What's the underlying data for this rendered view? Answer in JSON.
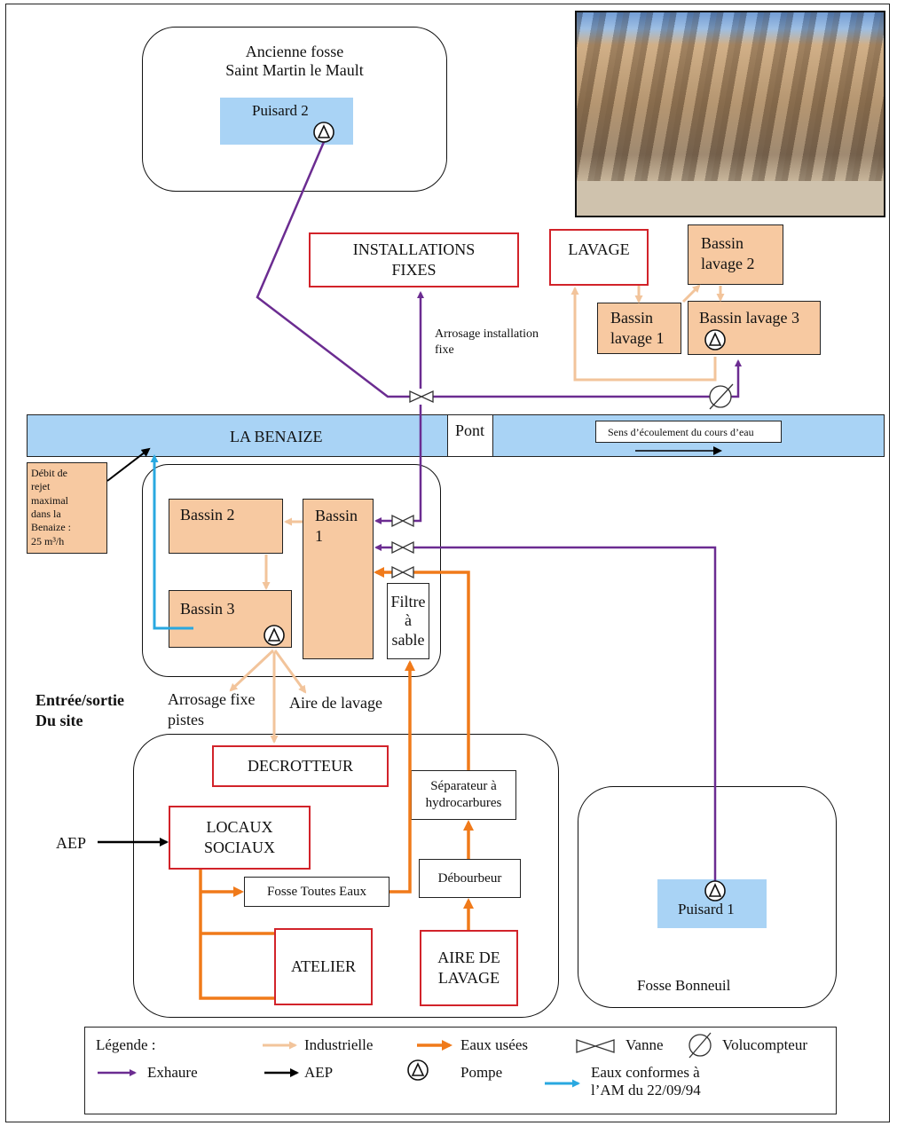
{
  "top_fosse": {
    "title_line1": "Ancienne fosse",
    "title_line2": "Saint Martin le Mault",
    "puisard": "Puisard 2"
  },
  "installations": {
    "line1": "INSTALLATIONS",
    "line2": "FIXES",
    "caption_line1": "Arrosage installation",
    "caption_line2": "fixe"
  },
  "lavage": {
    "label": "LAVAGE",
    "bassin1_line1": "Bassin",
    "bassin1_line2": "lavage 1",
    "bassin2_line1": "Bassin",
    "bassin2_line2": "lavage 2",
    "bassin3": "Bassin lavage 3"
  },
  "river": {
    "name": "LA BENAIZE",
    "pont": "Pont",
    "flow_note": "Sens d’écoulement du cours d’eau"
  },
  "debit_note": [
    "Débit de",
    "rejet",
    "maximal",
    "dans la",
    "Benaize :",
    "25 m³/h"
  ],
  "bassins": {
    "b1_line1": "Bassin",
    "b1_line2": "1",
    "b2": "Bassin 2",
    "b3": "Bassin 3",
    "filtre_line1": "Filtre",
    "filtre_line2": "à",
    "filtre_line3": "sable"
  },
  "outputs": {
    "arrosage_line1": "Arrosage fixe",
    "arrosage_line2": "pistes",
    "aire": "Aire de lavage"
  },
  "entree": {
    "line1": "Entrée/sortie",
    "line2": "Du site"
  },
  "site": {
    "decrotteur": "DECROTTEUR",
    "locaux_line1": "LOCAUX",
    "locaux_line2": "SOCIAUX",
    "aep": "AEP",
    "fosse_toutes_eaux": "Fosse Toutes Eaux",
    "atelier": "ATELIER",
    "separateur_line1": "Séparateur à",
    "separateur_line2": "hydrocarbures",
    "debourbeur": "Débourbeur",
    "aire_line1": "AIRE DE",
    "aire_line2": "LAVAGE"
  },
  "bonneuil": {
    "puisard": "Puisard 1",
    "title": "Fosse Bonneuil"
  },
  "legend": {
    "title": "Légende :",
    "industrielle": "Industrielle",
    "eaux_usees": "Eaux usées",
    "vanne": "Vanne",
    "volucompteur": "Volucompteur",
    "exhaure": "Exhaure",
    "aep": "AEP",
    "pompe": "Pompe",
    "conformes_line1": "Eaux conformes à",
    "conformes_line2": "l’AM du 22/09/94"
  },
  "colors": {
    "exhaure": "#6b2c91",
    "industrielle": "#f2c49b",
    "eaux_usees": "#f07a1a",
    "conformes": "#29a8e0",
    "aep": "#000000",
    "bassin": "#f7c9a1",
    "puisard": "#a9d3f5",
    "frame_red": "#d2232a"
  }
}
